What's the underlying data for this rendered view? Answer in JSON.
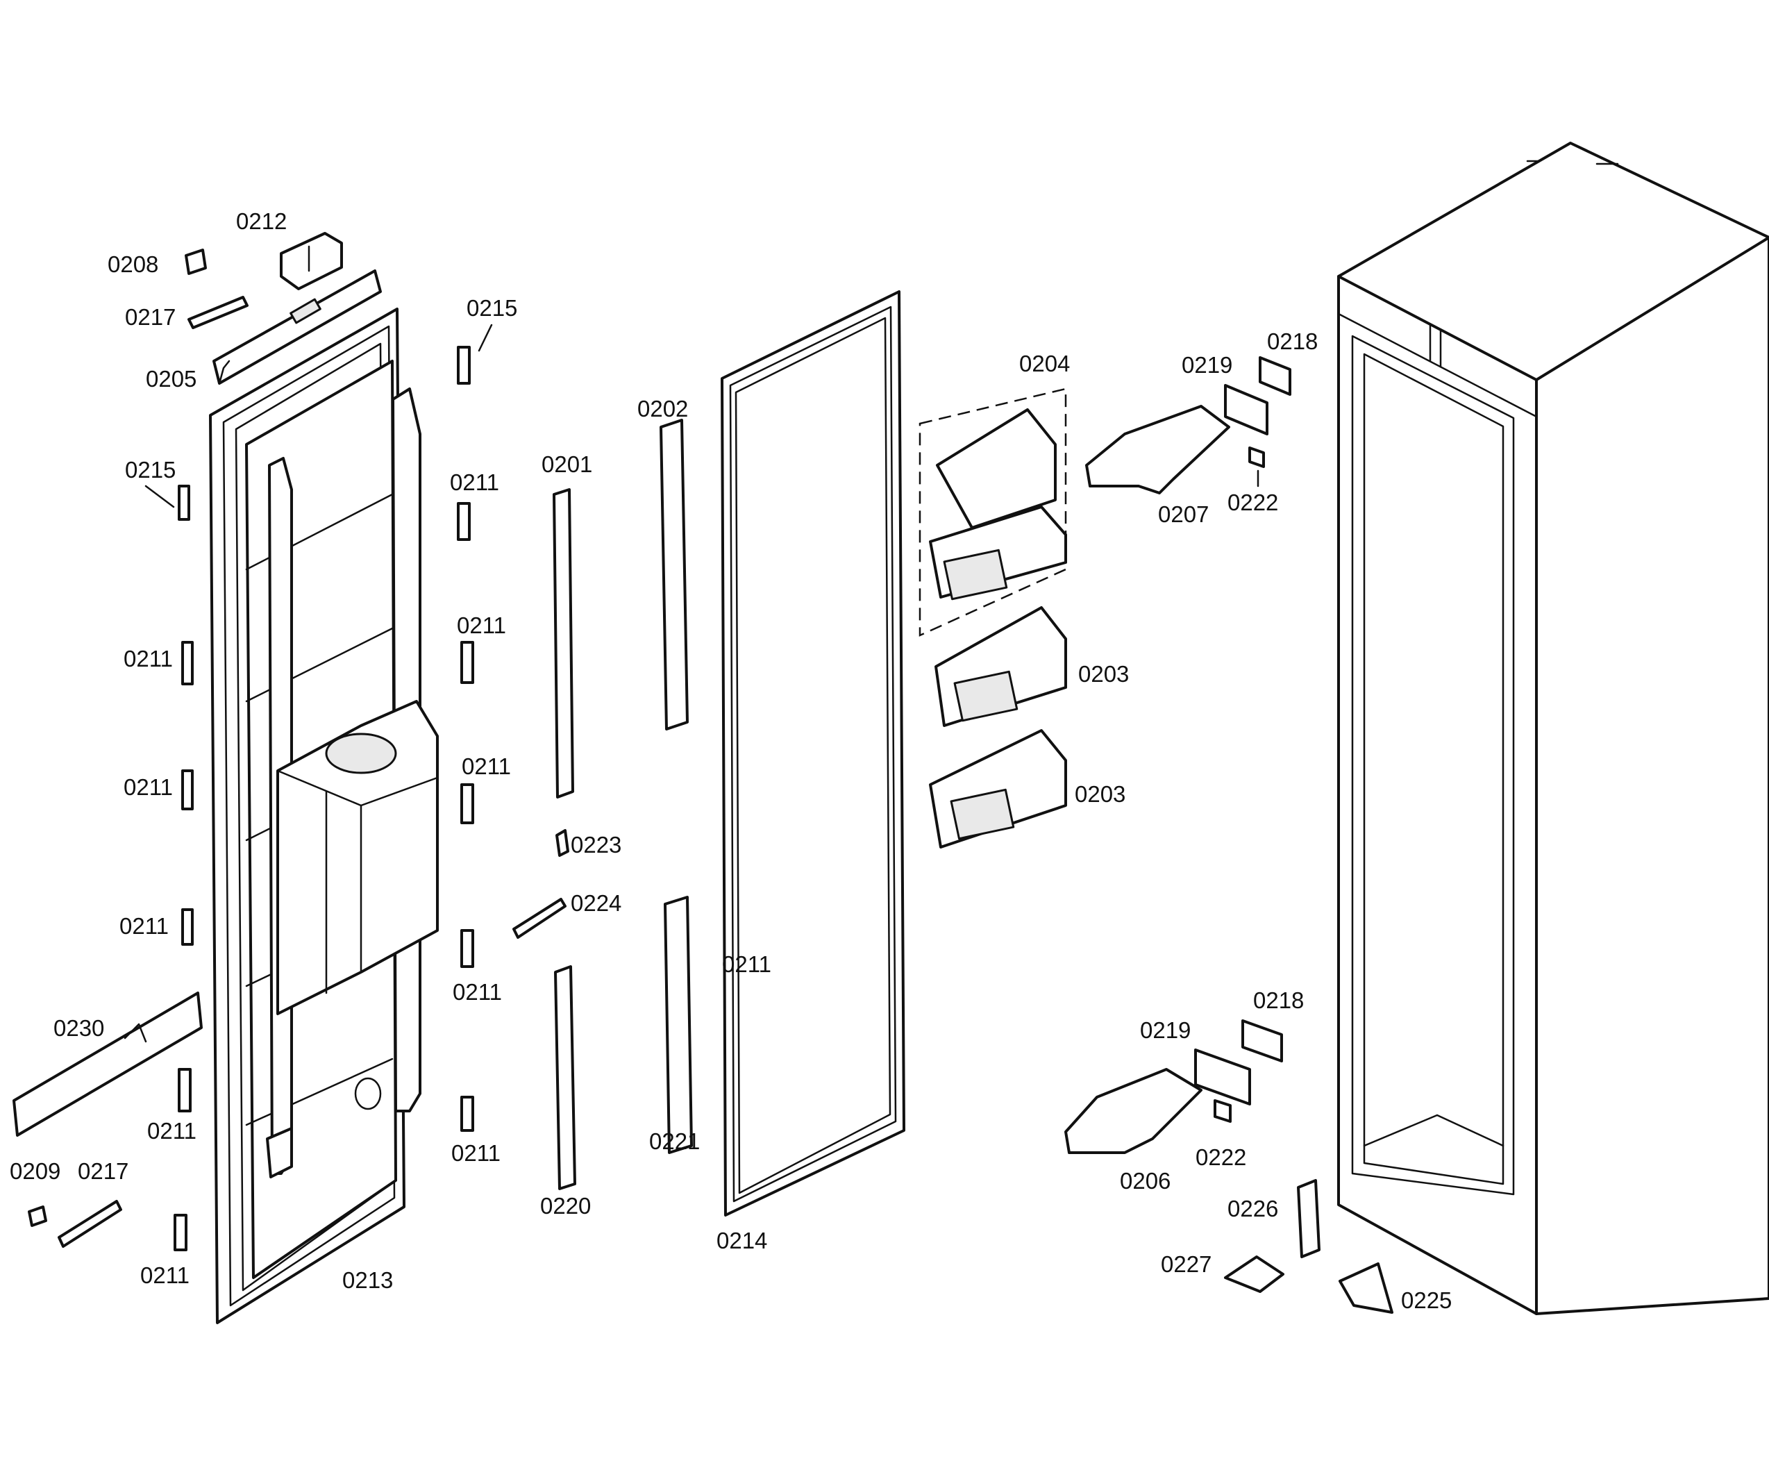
{
  "labels": {
    "p0201": "0201",
    "p0202": "0202",
    "p0203a": "0203",
    "p0203b": "0203",
    "p0204": "0204",
    "p0205": "0205",
    "p0206": "0206",
    "p0207": "0207",
    "p0208": "0208",
    "p0209": "0209",
    "p0211a": "0211",
    "p0211b": "0211",
    "p0211c": "0211",
    "p0211d": "0211",
    "p0211e": "0211",
    "p0211f": "0211",
    "p0211g": "0211",
    "p0211h": "0211",
    "p0211i": "0211",
    "p0211j": "0211",
    "p0211k": "0211",
    "p0212": "0212",
    "p0213": "0213",
    "p0214": "0214",
    "p0215a": "0215",
    "p0215b": "0215",
    "p0217a": "0217",
    "p0217b": "0217",
    "p0218a": "0218",
    "p0218b": "0218",
    "p0219a": "0219",
    "p0219b": "0219",
    "p0220": "0220",
    "p0221": "0221",
    "p0222a": "0222",
    "p0222b": "0222",
    "p0223": "0223",
    "p0224": "0224",
    "p0225": "0225",
    "p0226": "0226",
    "p0227": "0227",
    "p0230": "0230"
  }
}
